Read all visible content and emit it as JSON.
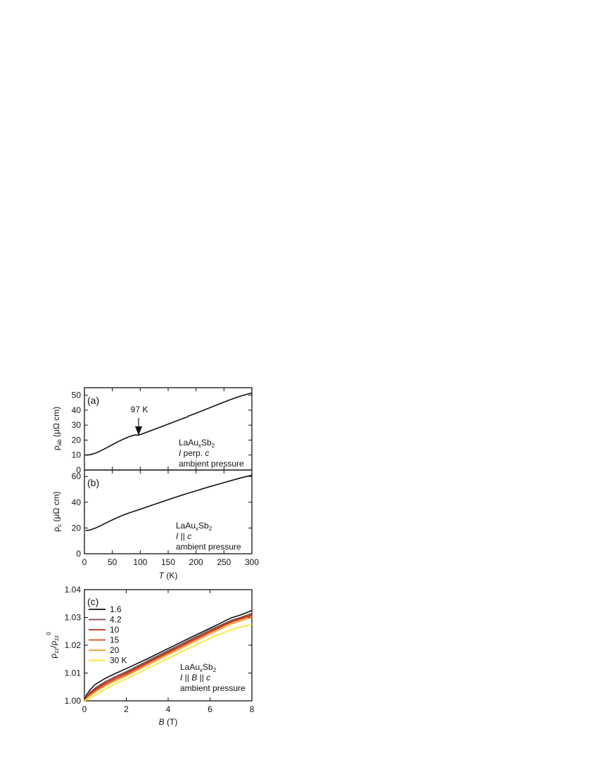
{
  "chart_data": [
    {
      "type": "line",
      "panel_label": "(a)",
      "ylabel": {
        "main": "ρ",
        "sub": "ab",
        "unit": " (μΩ cm)"
      },
      "xlim": [
        0,
        300
      ],
      "ylim": [
        0,
        55
      ],
      "yticks": [
        0,
        10,
        20,
        30,
        40,
        50
      ],
      "xticks": [
        0,
        50,
        100,
        150,
        200,
        250,
        300
      ],
      "show_xtick_labels": false,
      "series": [
        {
          "color": "#111111",
          "x": [
            2,
            10,
            20,
            30,
            40,
            50,
            60,
            70,
            80,
            90,
            97,
            105,
            120,
            140,
            160,
            180,
            185,
            186,
            200,
            220,
            240,
            260,
            280,
            300
          ],
          "y": [
            10.0,
            10.2,
            11.3,
            13.0,
            14.9,
            16.9,
            18.9,
            20.7,
            22.3,
            23.4,
            23.3,
            24.3,
            26.4,
            29.3,
            32.1,
            34.9,
            35.6,
            36.0,
            38.0,
            40.9,
            43.9,
            46.8,
            49.4,
            51.5
          ]
        }
      ],
      "annotation": {
        "text": "97 K",
        "x": 97,
        "y": 23.3
      },
      "labels": {
        "formula": {
          "prefix": "LaAu",
          "sub1": "x",
          "mid": "Sb",
          "sub2": "2"
        },
        "line2": {
          "italic": "I",
          "rest": " perp. ",
          "italic2": "c"
        },
        "line3": "ambient pressure"
      }
    },
    {
      "type": "line",
      "panel_label": "(b)",
      "ylabel": {
        "main": "ρ",
        "sub": "c",
        "unit": " (μΩ cm)"
      },
      "xlim": [
        0,
        300
      ],
      "ylim": [
        0,
        65
      ],
      "yticks": [
        0,
        20,
        40,
        60
      ],
      "xticks": [
        0,
        50,
        100,
        150,
        200,
        250,
        300
      ],
      "show_xtick_labels": true,
      "xlabel": {
        "italic": "T",
        "unit": " (K)"
      },
      "series": [
        {
          "color": "#111111",
          "x": [
            2,
            10,
            20,
            30,
            40,
            50,
            60,
            70,
            80,
            90,
            100,
            120,
            140,
            160,
            180,
            200,
            220,
            240,
            260,
            280,
            300
          ],
          "y": [
            18.0,
            18.4,
            20.0,
            22.0,
            24.2,
            26.3,
            28.3,
            30.1,
            31.7,
            33.1,
            34.5,
            37.5,
            40.5,
            43.4,
            46.2,
            48.9,
            51.5,
            54.0,
            56.5,
            58.9,
            61.0
          ]
        }
      ],
      "labels": {
        "formula": {
          "prefix": "LaAu",
          "sub1": "x",
          "mid": "Sb",
          "sub2": "2"
        },
        "line2": {
          "italic": "I",
          "rest": " || ",
          "italic2": "c"
        },
        "line3": "ambient pressure"
      }
    },
    {
      "type": "line",
      "panel_label": "(c)",
      "ylabel": {
        "main": "ρ",
        "sub": "zz",
        "slash": "/ρ",
        "sub2": "zz",
        "sup": "0"
      },
      "xlim": [
        0,
        8
      ],
      "ylim": [
        1.0,
        1.04
      ],
      "yticks": [
        1.0,
        1.01,
        1.02,
        1.03,
        1.04
      ],
      "ytick_labels": [
        "1.00",
        "1.01",
        "1.02",
        "1.03",
        "1.04"
      ],
      "xticks": [
        0,
        2,
        4,
        6,
        8
      ],
      "show_xtick_labels": true,
      "xlabel": {
        "italic": "B",
        "unit": " (T)"
      },
      "series": [
        {
          "name": "1.6",
          "color": "#111111",
          "x": [
            0,
            0.1,
            0.3,
            0.5,
            0.8,
            1.0,
            1.5,
            2,
            3,
            4,
            5,
            6,
            7,
            7.5,
            8
          ],
          "y": [
            1.0,
            1.0022,
            1.0042,
            1.0058,
            1.0072,
            1.0081,
            1.0099,
            1.0116,
            1.0151,
            1.0188,
            1.0225,
            1.0261,
            1.0298,
            1.031,
            1.0325
          ]
        },
        {
          "name": "4.2",
          "color": "#7a4a4a",
          "x": [
            0,
            0.1,
            0.3,
            0.5,
            0.8,
            1.0,
            1.5,
            2,
            3,
            4,
            5,
            6,
            7,
            7.5,
            8
          ],
          "y": [
            1.0,
            1.0015,
            1.0032,
            1.0045,
            1.006,
            1.0069,
            1.0088,
            1.0105,
            1.0143,
            1.0181,
            1.0218,
            1.0255,
            1.0289,
            1.0301,
            1.0315
          ]
        },
        {
          "name": "10",
          "color": "#b32d10",
          "x": [
            0,
            0.1,
            0.3,
            0.5,
            0.8,
            1.0,
            1.5,
            2,
            3,
            4,
            5,
            6,
            7,
            7.5,
            8
          ],
          "y": [
            1.0,
            1.0013,
            1.0029,
            1.0041,
            1.0055,
            1.0064,
            1.0083,
            1.01,
            1.0138,
            1.0176,
            1.0213,
            1.025,
            1.0285,
            1.0297,
            1.031
          ]
        },
        {
          "name": "15",
          "color": "#e8461e",
          "x": [
            0,
            0.1,
            0.3,
            0.5,
            0.8,
            1.0,
            1.5,
            2,
            3,
            4,
            5,
            6,
            7,
            7.5,
            8
          ],
          "y": [
            1.0,
            1.0011,
            1.0025,
            1.0036,
            1.005,
            1.0059,
            1.0078,
            1.0095,
            1.0134,
            1.0172,
            1.0209,
            1.0246,
            1.0282,
            1.0294,
            1.0306
          ]
        },
        {
          "name": "20",
          "color": "#f59b1c",
          "x": [
            0,
            0.1,
            0.3,
            0.5,
            0.8,
            1.0,
            1.5,
            2,
            3,
            4,
            5,
            6,
            7,
            7.5,
            8
          ],
          "y": [
            1.0,
            1.0008,
            1.002,
            1.0031,
            1.0045,
            1.0054,
            1.0073,
            1.009,
            1.0128,
            1.0166,
            1.0203,
            1.024,
            1.0276,
            1.0288,
            1.03
          ]
        },
        {
          "name": "30 K",
          "color": "#f5e61e",
          "x": [
            0,
            0.1,
            0.3,
            0.5,
            0.8,
            1.0,
            1.5,
            2,
            3,
            4,
            5,
            6,
            7,
            7.5,
            8
          ],
          "y": [
            1.0,
            1.0003,
            1.0011,
            1.002,
            1.0033,
            1.0042,
            1.0062,
            1.0079,
            1.0116,
            1.0153,
            1.019,
            1.0225,
            1.0256,
            1.0266,
            1.0275
          ]
        }
      ],
      "legend_position": "top-left",
      "labels": {
        "formula": {
          "prefix": "LaAu",
          "sub1": "x",
          "mid": "Sb",
          "sub2": "2"
        },
        "line2": {
          "italic": "I",
          "rest": " || ",
          "italic2": "B",
          "rest2": " || ",
          "italic3": "c"
        },
        "line3": "ambient pressure"
      }
    }
  ]
}
